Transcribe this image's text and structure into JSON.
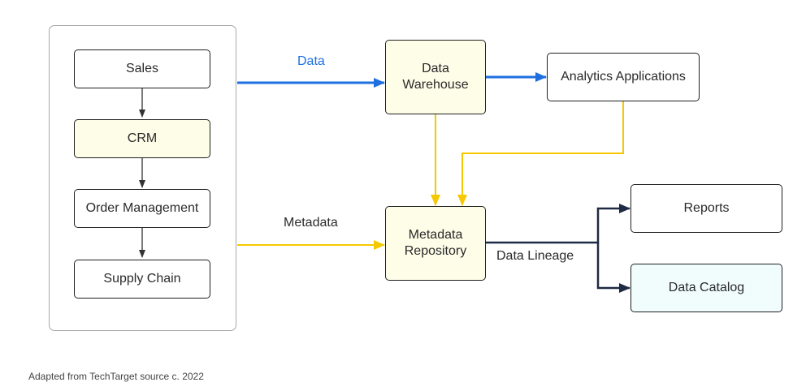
{
  "diagram": {
    "nodes": {
      "sales": "Sales",
      "crm": "CRM",
      "order_management": "Order Management",
      "supply_chain": "Supply Chain",
      "data_warehouse": "Data\nWarehouse",
      "analytics_applications": "Analytics Applications",
      "metadata_repository": "Metadata\nRepository",
      "reports": "Reports",
      "data_catalog": "Data Catalog"
    },
    "edge_labels": {
      "data": "Data",
      "metadata": "Metadata",
      "data_lineage": "Data Lineage"
    },
    "colors": {
      "data_flow": "#1e6fe0",
      "metadata_flow": "#f5c800",
      "lineage_flow": "#1f2a44",
      "internal_flow": "#333333",
      "highlight_fill": "#fdfde8",
      "catalog_fill": "#f1fcfd"
    }
  },
  "footnote": "Adapted from TechTarget source c. 2022"
}
